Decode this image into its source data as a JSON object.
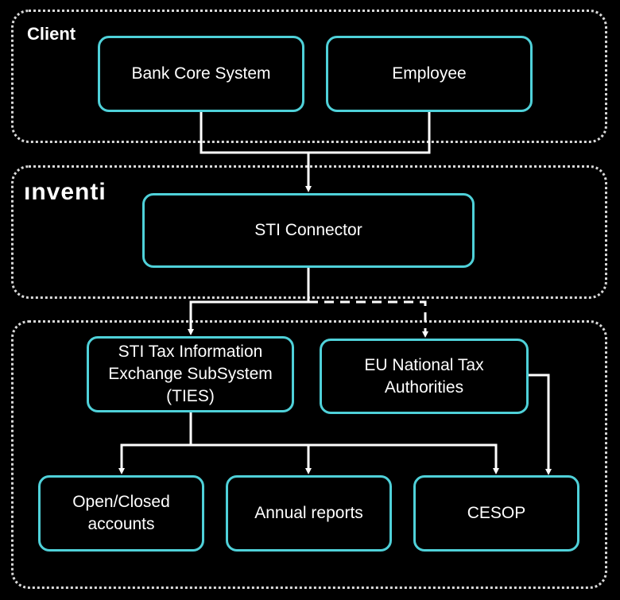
{
  "groups": {
    "client": {
      "label": "Client"
    },
    "inventi": {
      "logo": "ınventi"
    }
  },
  "nodes": {
    "bank_core_system": "Bank Core System",
    "employee": "Employee",
    "sti_connector": "STI Connector",
    "ties": "STI Tax Information Exchange SubSystem (TIES)",
    "eu_national_tax": "EU National Tax Authorities",
    "open_closed_accounts": "Open/Closed accounts",
    "annual_reports": "Annual reports",
    "cesop": "CESOP"
  },
  "colors": {
    "box_border": "#4fd1d9",
    "group_border": "#d9d9d9",
    "background": "#000000",
    "accent_dot": "#4fd1d9"
  }
}
